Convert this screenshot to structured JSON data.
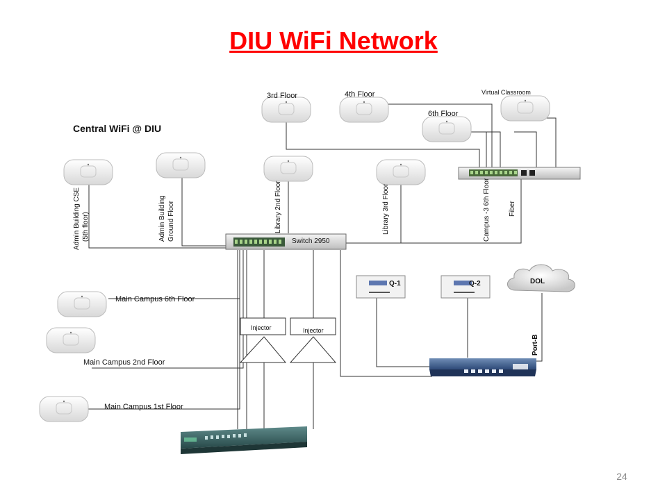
{
  "title": "DIU WiFi Network",
  "page_number": "24",
  "subtitle": "Central WiFi @ DIU",
  "access_points": [
    {
      "id": "ap-3rd-floor",
      "label": "3rd Floor"
    },
    {
      "id": "ap-4th-floor",
      "label": "4th Floor"
    },
    {
      "id": "ap-6th-floor",
      "label": "6th Floor"
    },
    {
      "id": "ap-virtual-classroom",
      "label": "Virtual Classroom"
    },
    {
      "id": "ap-admin-cse",
      "label_line1": "Admin Building CSE",
      "label_line2": "(5th floor)"
    },
    {
      "id": "ap-admin-ground",
      "label_line1": "Admin Building",
      "label_line2": "Ground Floor"
    },
    {
      "id": "ap-library-2nd",
      "label": "Library 2nd Floor"
    },
    {
      "id": "ap-library-3rd",
      "label": "Library 3rd Floor"
    },
    {
      "id": "ap-main-6th",
      "label": "Main Campus 6th Floor"
    },
    {
      "id": "ap-main-2nd",
      "label": "Main Campus 2nd Floor"
    },
    {
      "id": "ap-main-1st",
      "label": "Main Campus 1st Floor"
    }
  ],
  "vertical_labels": {
    "campus3": "Campus -3  6th Floor",
    "fiber": "Fiber",
    "port_b": "Port-B"
  },
  "switch": {
    "label": "Switch 2950"
  },
  "injectors": [
    {
      "label": "Injector"
    },
    {
      "label": "Injector"
    }
  ],
  "servers": [
    {
      "label": "Q-1"
    },
    {
      "label": "Q-2"
    }
  ],
  "cloud": {
    "label": "DOL"
  }
}
